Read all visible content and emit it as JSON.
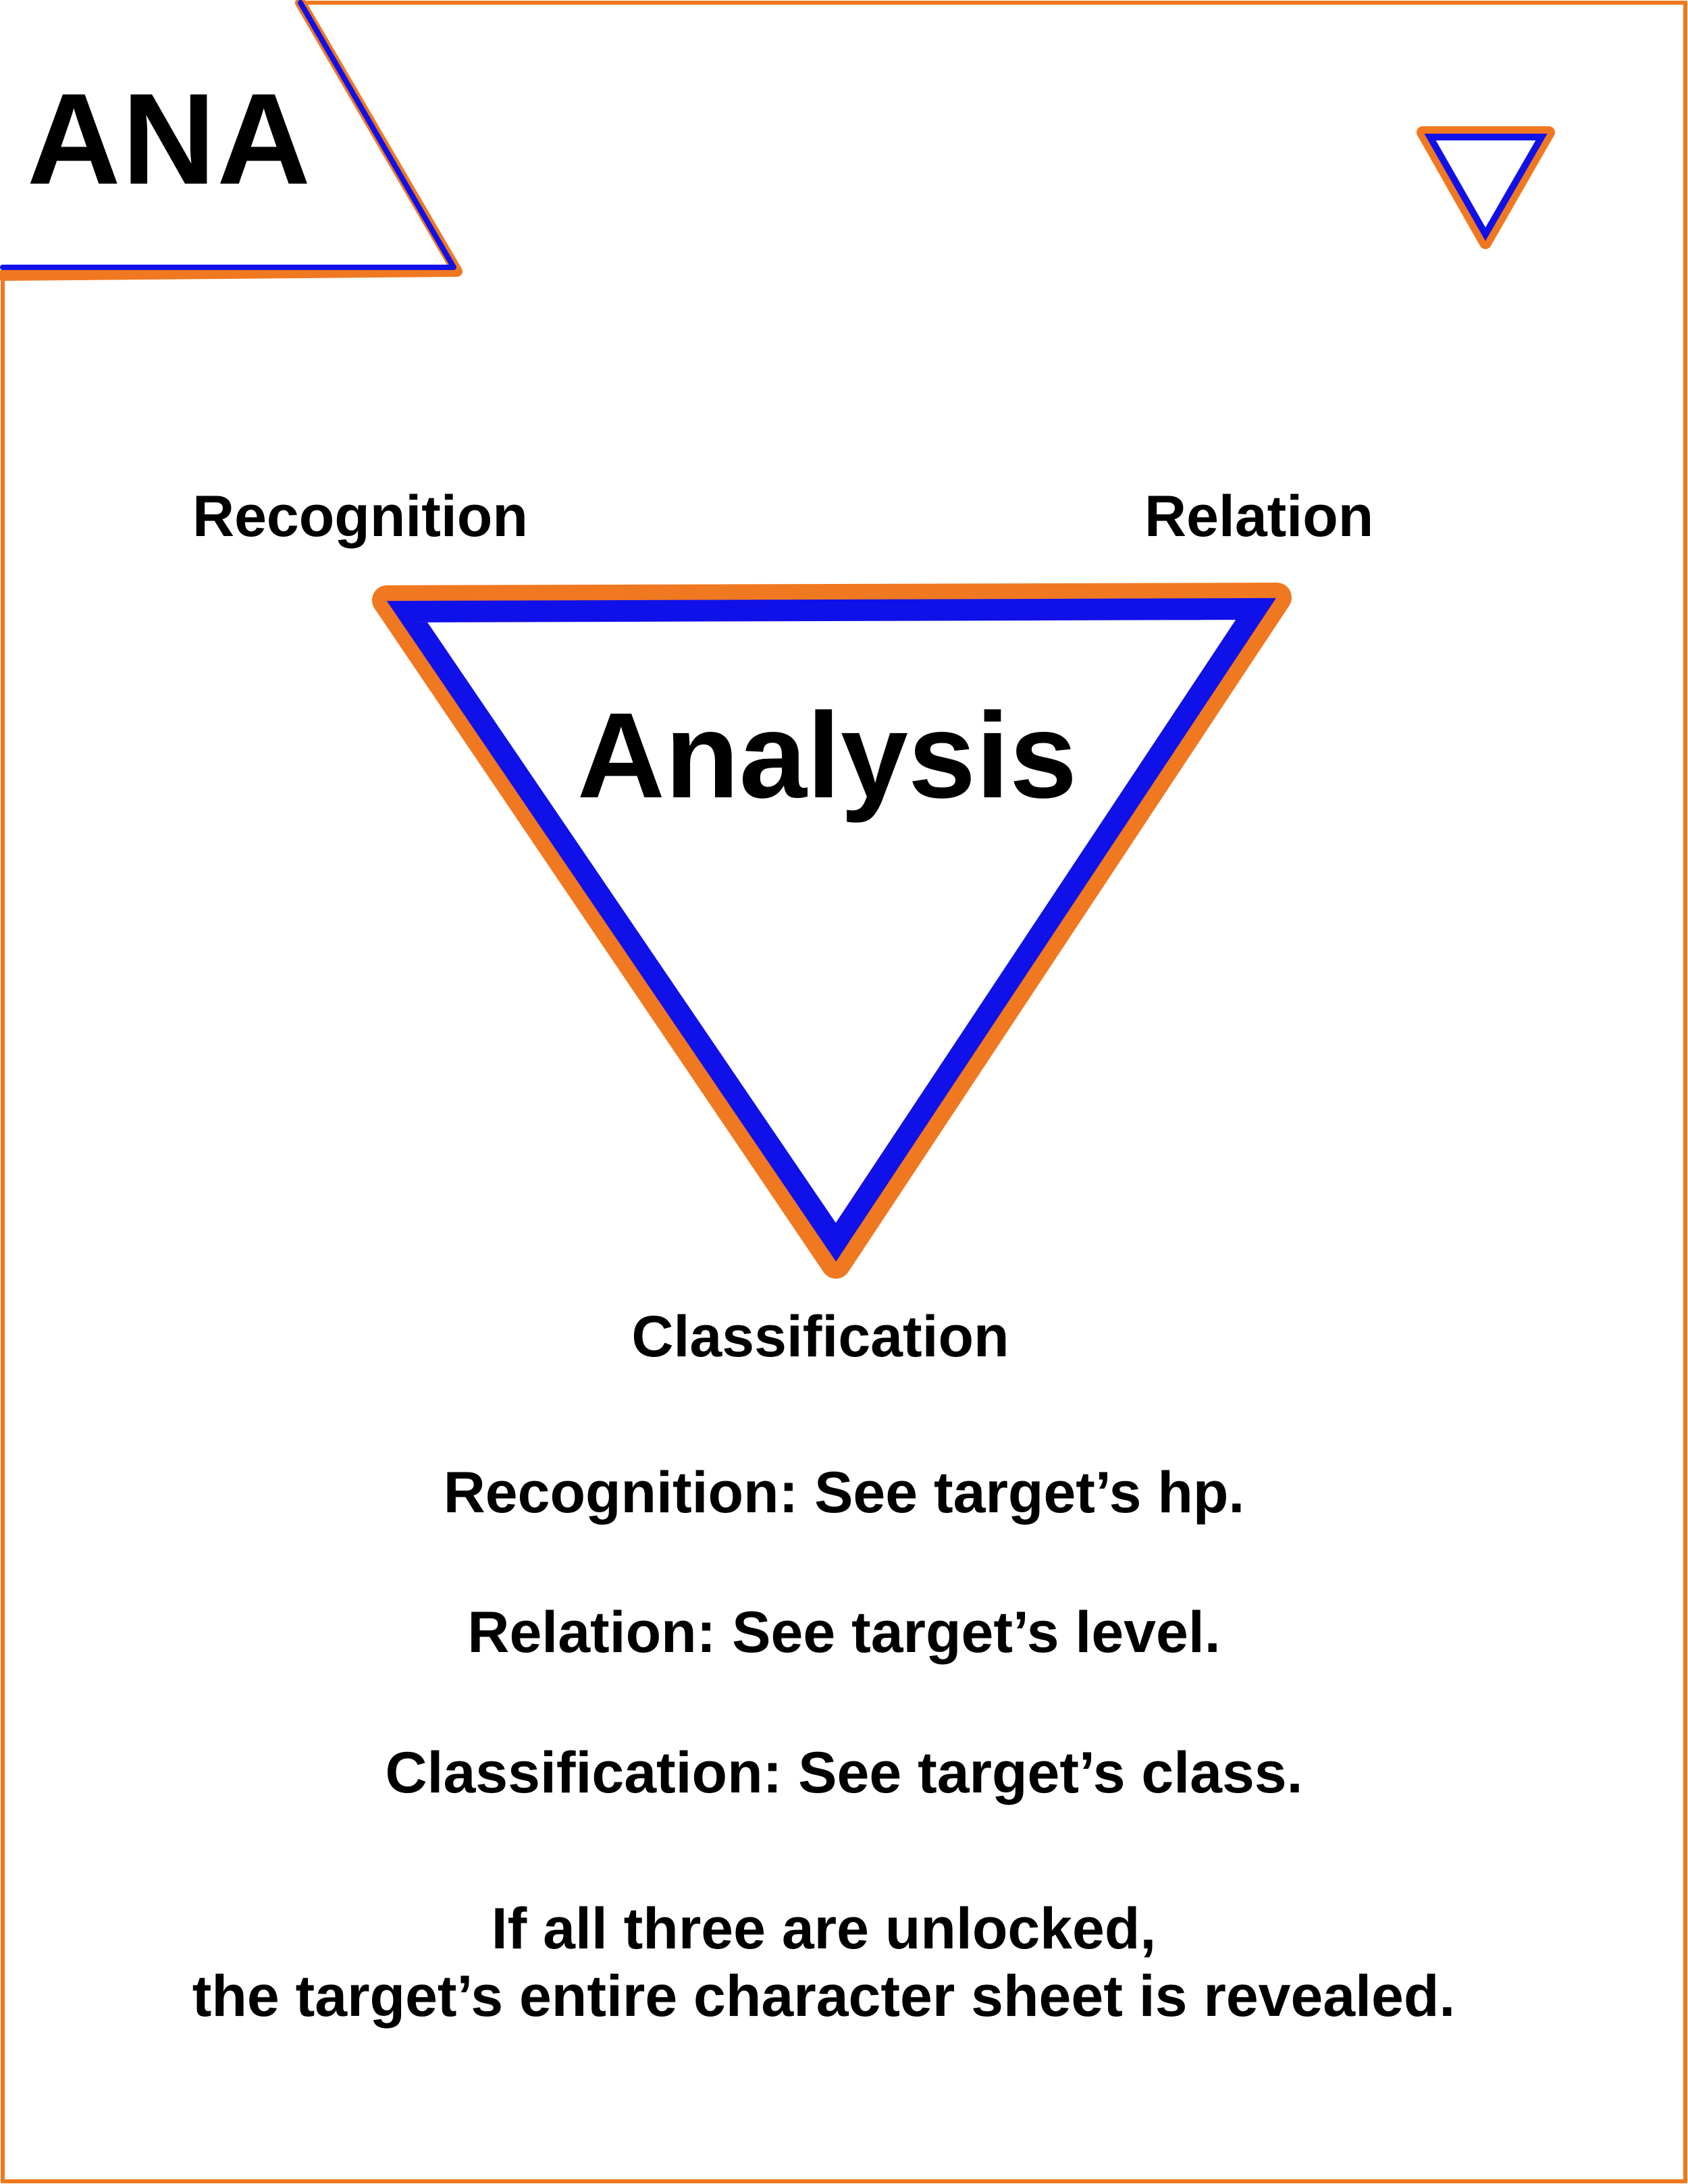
{
  "card": {
    "code": "ANA",
    "title": "Analysis",
    "corners": {
      "top_left": "Recognition",
      "top_right": "Relation",
      "bottom": "Classification"
    },
    "abilities": [
      "Recognition: See target’s hp.",
      "Relation: See target’s level.",
      "Classification: See target’s class."
    ],
    "note_line_1": "If all three are unlocked,",
    "note_line_2": "the target’s entire character sheet is revealed."
  },
  "colors": {
    "border": "#f07820",
    "accent": "#1010e8",
    "text": "#000000",
    "background": "#ffffff"
  },
  "icons": {
    "corner_icon": "inverted-triangle-icon",
    "main_symbol": "inverted-triangle"
  }
}
